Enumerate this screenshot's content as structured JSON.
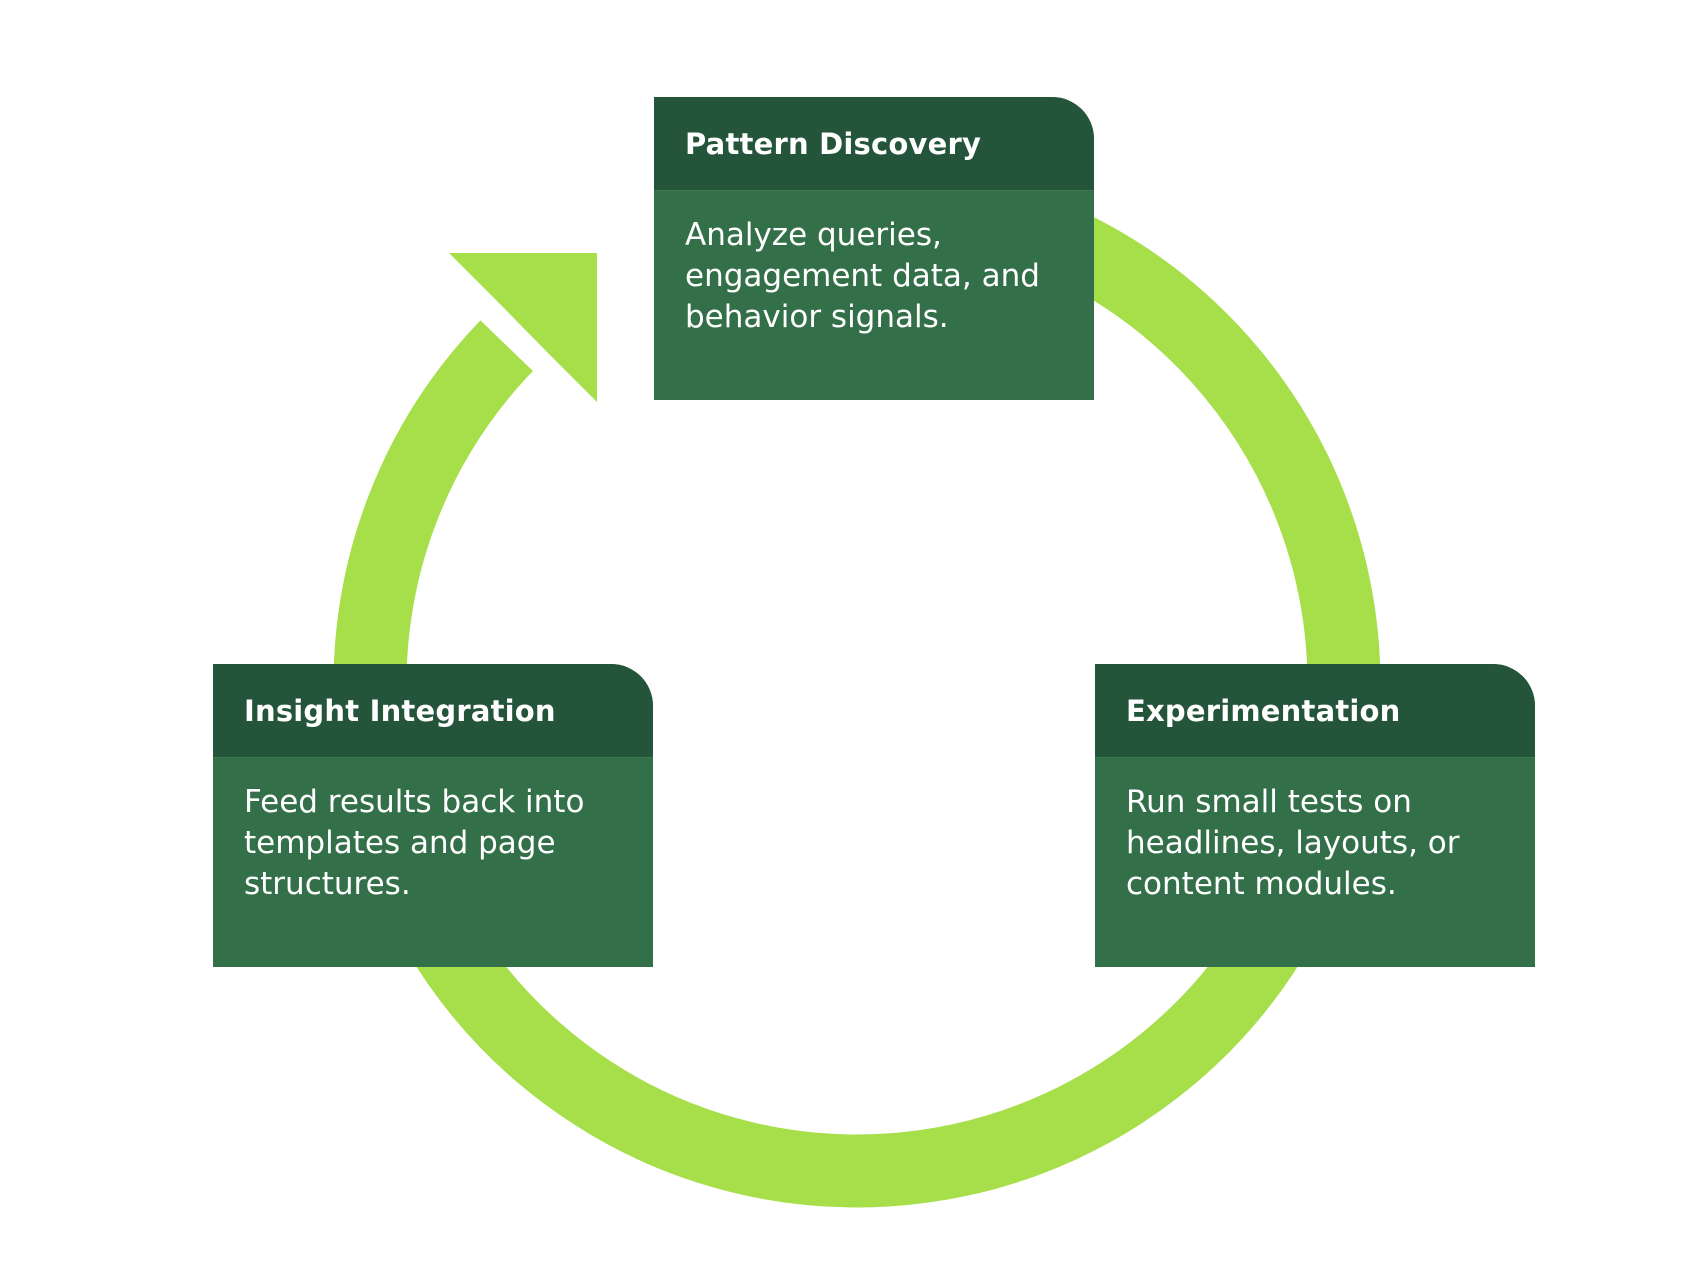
{
  "colors": {
    "ring": "#A7DF4B",
    "card_header": "#24553A",
    "card_body": "#336F48",
    "text": "#FFFFFF"
  },
  "cycle": {
    "direction": "clockwise",
    "steps": [
      {
        "title": "Pattern Discovery",
        "description": "Analyze queries, engagement data, and behavior signals."
      },
      {
        "title": "Experimentation",
        "description": "Run small tests on headlines, layouts, or content modules."
      },
      {
        "title": "Insight Integration",
        "description": "Feed results back into templates and page structures."
      }
    ]
  }
}
